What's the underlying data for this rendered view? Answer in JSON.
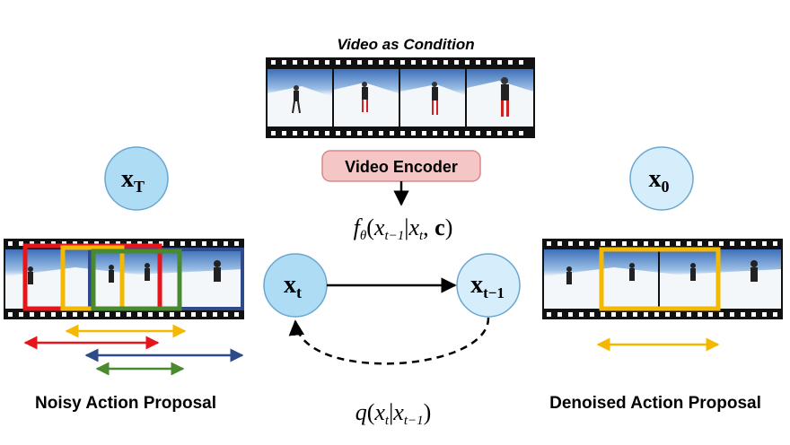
{
  "title": "Video as Condition",
  "encoder_label": "Video Encoder",
  "nodes": {
    "xT": {
      "main": "x",
      "sub": "T"
    },
    "xt": {
      "main": "x",
      "sub": "t"
    },
    "xt1": {
      "main": "x",
      "sub": "t−1"
    },
    "x0": {
      "main": "x",
      "sub": "0"
    }
  },
  "formula_forward": "fθ(xt−1|xt, c)",
  "formula_reverse": "q(xt|xt−1)",
  "captions": {
    "left": "Noisy Action Proposal",
    "right": "Denoised Action Proposal"
  },
  "colors": {
    "node_fill": "#c9e6f7",
    "node_fill_dark": "#aedcf5",
    "node_stroke": "#5a9cc9",
    "encoder_fill": "#f5c6c6",
    "encoder_stroke": "#d98888",
    "red": "#e8141c",
    "yellow": "#f5b800",
    "blue": "#2e4a8a",
    "green": "#4a8a2e",
    "orange": "#f0a800"
  }
}
